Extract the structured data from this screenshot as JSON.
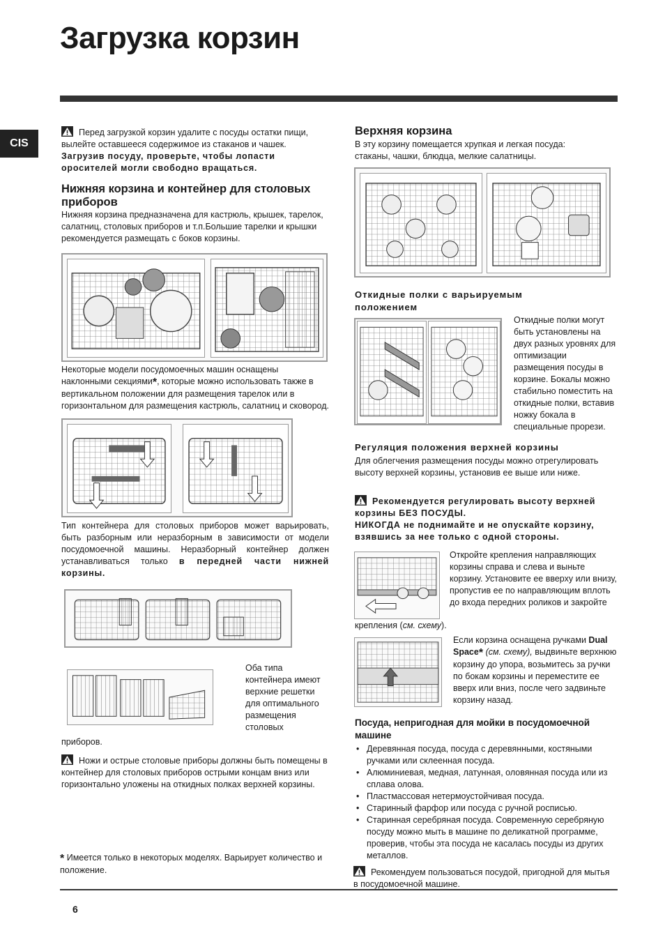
{
  "page": {
    "title": "Загрузка корзин",
    "lang_tab": "CIS",
    "page_number": "6"
  },
  "left": {
    "warn1_text": "Перед загрузкой корзин удалите с посуды остатки пищи, вылейте оставшееся содержимое из стаканов и чашек.",
    "warn1_bold": "Загрузив посуду, проверьте, чтобы лопасти оросителей могли свободно вращаться.",
    "lower_heading": "Нижняя корзина и контейнер для столовых приборов",
    "lower_text": "Нижняя корзина предназначена для кастрюль, крышек, тарелок, салатниц, столовых приборов и т.п.Большие тарелки и крышки рекомендуется размещать с боков корзины.",
    "tilt_text_a": "Некоторые модели посудомоечных машин оснащены наклонными секциями",
    "tilt_star": "*",
    "tilt_text_b": ", которые можно использовать также в вертикальном положении для размещения тарелок или в горизонтальном для размещения кастрюль, салатниц и сковород.",
    "cutlery_text": "Тип контейнера для столовых приборов может варьировать, быть разборным или неразборным в зависимости от модели посудомоечной машины. Неразборный контейнер должен устанавливаться только",
    "cutlery_bold": "в передней части нижней корзины.",
    "both_types": "Оба типа контейнера имеют верхние решетки для оптимального размещения столовых",
    "both_types_end": "приборов.",
    "warn2_text": "Ножи и острые столовые приборы должны быть помещены в контейнер для столовых приборов острыми концам вниз или горизонтально уложены на откидных полках верхней корзины.",
    "footnote_star": "*",
    "footnote": "Имеется только в некоторых моделях. Варьирует количество и положение."
  },
  "right": {
    "upper_heading": "Верхняя корзина",
    "upper_text": "В эту корзину помещается хрупкая и легкая посуда: стаканы, чашки, блюдца, мелкие салатницы.",
    "shelves_heading": "Откидные полки с варьируемым положением",
    "shelves_text": "Откидные полки могут быть установлены на двух разных уровнях для оптимизации размещения посуды в корзине. Бокалы можно стабильно поместить на откидные полки, вставив ножку бокала в специальные прорези.",
    "adjust_heading": "Регуляция положения верхней корзины",
    "adjust_text": "Для облегчения размещения посуды можно отрегулировать высоту верхней корзины, установив ее выше или ниже.",
    "warn3_bold": "Рекомендуется регулировать высоту верхней корзины БЕЗ ПОСУДЫ.",
    "warn3_bold2": "НИКОГДА не поднимайте и не опускайте корзину, взявшись за нее только с одной стороны.",
    "rails_text": "Откройте крепления направляющих корзины справа и слева и выньте корзину. Установите ее вверху или внизу, пропустив ее по направляющим вплоть до входа передних роликов и закройте",
    "rails_end_a": "крепления (",
    "rails_end_em": "см. схему",
    "rails_end_b": ").",
    "dual_a": "Если корзина оснащена ручками",
    "dual_bold": "Dual Space",
    "dual_star": "*",
    "dual_em": "(см. схему),",
    "dual_b": "выдвиньте верхнюю корзину до упора, возьмитесь за ручки по бокам корзины и переместите ее вверх или вниз, после чего задвиньте корзину назад.",
    "unsuitable_heading": "Посуда, непригодная для мойки в посудомоечной машине",
    "unsuitable_items": [
      "Деревянная посуда, посуда с деревянными, костяными ручками или склеенная посуда.",
      "Алюминиевая, медная, латунная, оловянная посуда или из сплава олова.",
      "Пластмассовая нетермоустойчивая посуда.",
      "Старинный фарфор или посуда с ручной росписью.",
      "Старинная серебряная посуда. Современную серебряную посуду можно мыть в машине по деликатной программе, проверив, чтобы эта посуда не касалась посуды из других металлов."
    ],
    "warn4_text": "Рекомендуем пользоваться посудой, пригодной для мытья в посудомоечной машине."
  }
}
